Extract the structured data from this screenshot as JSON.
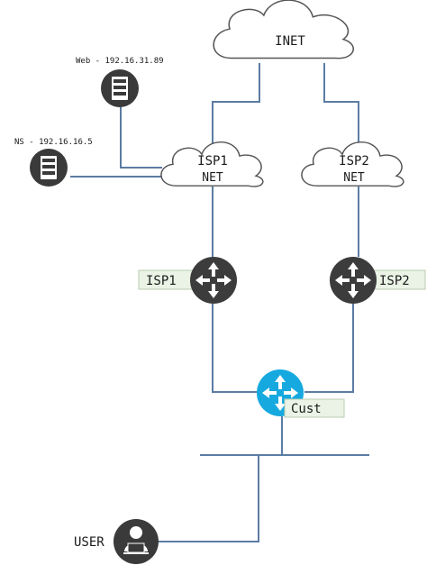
{
  "clouds": {
    "inet": "INET",
    "isp1": [
      "ISP1",
      "NET"
    ],
    "isp2": [
      "ISP2",
      "NET"
    ]
  },
  "servers": {
    "web": "Web - 192.16.31.89",
    "ns": "NS - 192.16.16.5"
  },
  "routers": {
    "isp1": "ISP1",
    "isp2": "ISP2",
    "cust": "Cust"
  },
  "user": "USER",
  "colors": {
    "link": "#5b7ca3",
    "router_dark": "#3c3c3c",
    "router_cust": "#16a9df",
    "tag_fill": "#eaf3e6",
    "tag_border": "#b9cdb0",
    "cloud_stroke": "#555555"
  }
}
